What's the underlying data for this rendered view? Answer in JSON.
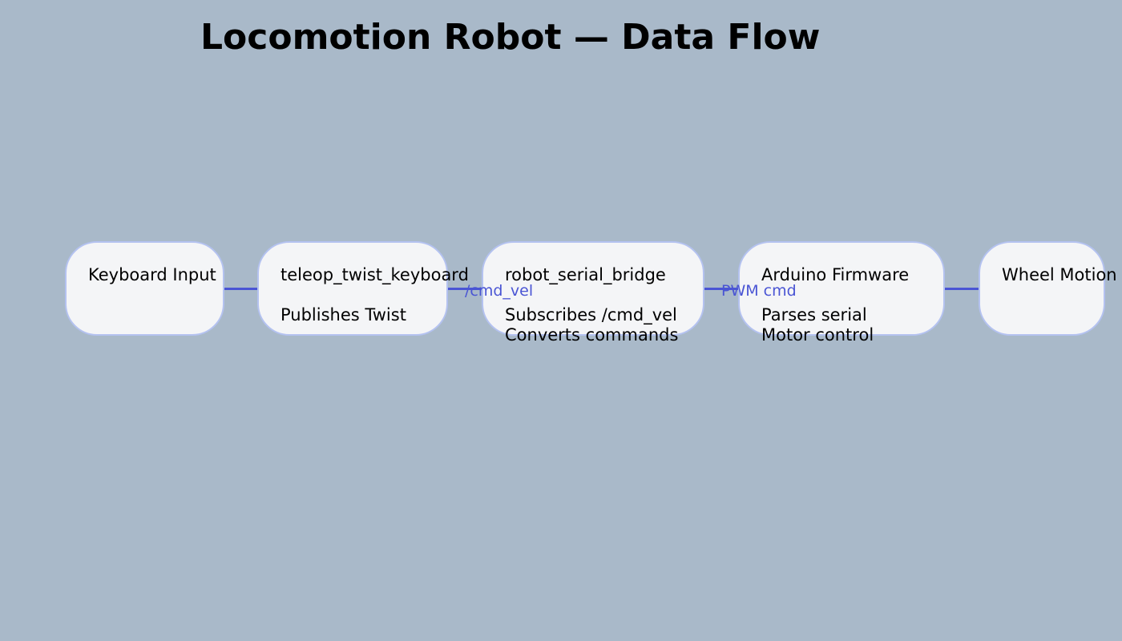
{
  "title": "Locomotion Robot — Data Flow",
  "colors": {
    "background": "#a9b9c9",
    "node_fill": "#f4f5f7",
    "node_border": "#b4c2f0",
    "edge": "#4a55d4",
    "text": "#000000"
  },
  "nodes": [
    {
      "name": "Keyboard Input",
      "lines": []
    },
    {
      "name": "teleop_twist_keyboard",
      "lines": [
        "Publishes Twist"
      ]
    },
    {
      "name": "robot_serial_bridge",
      "lines": [
        "Subscribes /cmd_vel",
        "Converts commands"
      ]
    },
    {
      "name": "Arduino Firmware",
      "lines": [
        "Parses serial",
        "Motor control"
      ]
    },
    {
      "name": "Wheel Motion",
      "lines": []
    }
  ],
  "edges": [
    {
      "from": "Keyboard Input",
      "to": "teleop_twist_keyboard",
      "label": ""
    },
    {
      "from": "teleop_twist_keyboard",
      "to": "robot_serial_bridge",
      "label": "/cmd_vel"
    },
    {
      "from": "robot_serial_bridge",
      "to": "Arduino Firmware",
      "label": "PWM cmd"
    },
    {
      "from": "Arduino Firmware",
      "to": "Wheel Motion",
      "label": ""
    }
  ]
}
